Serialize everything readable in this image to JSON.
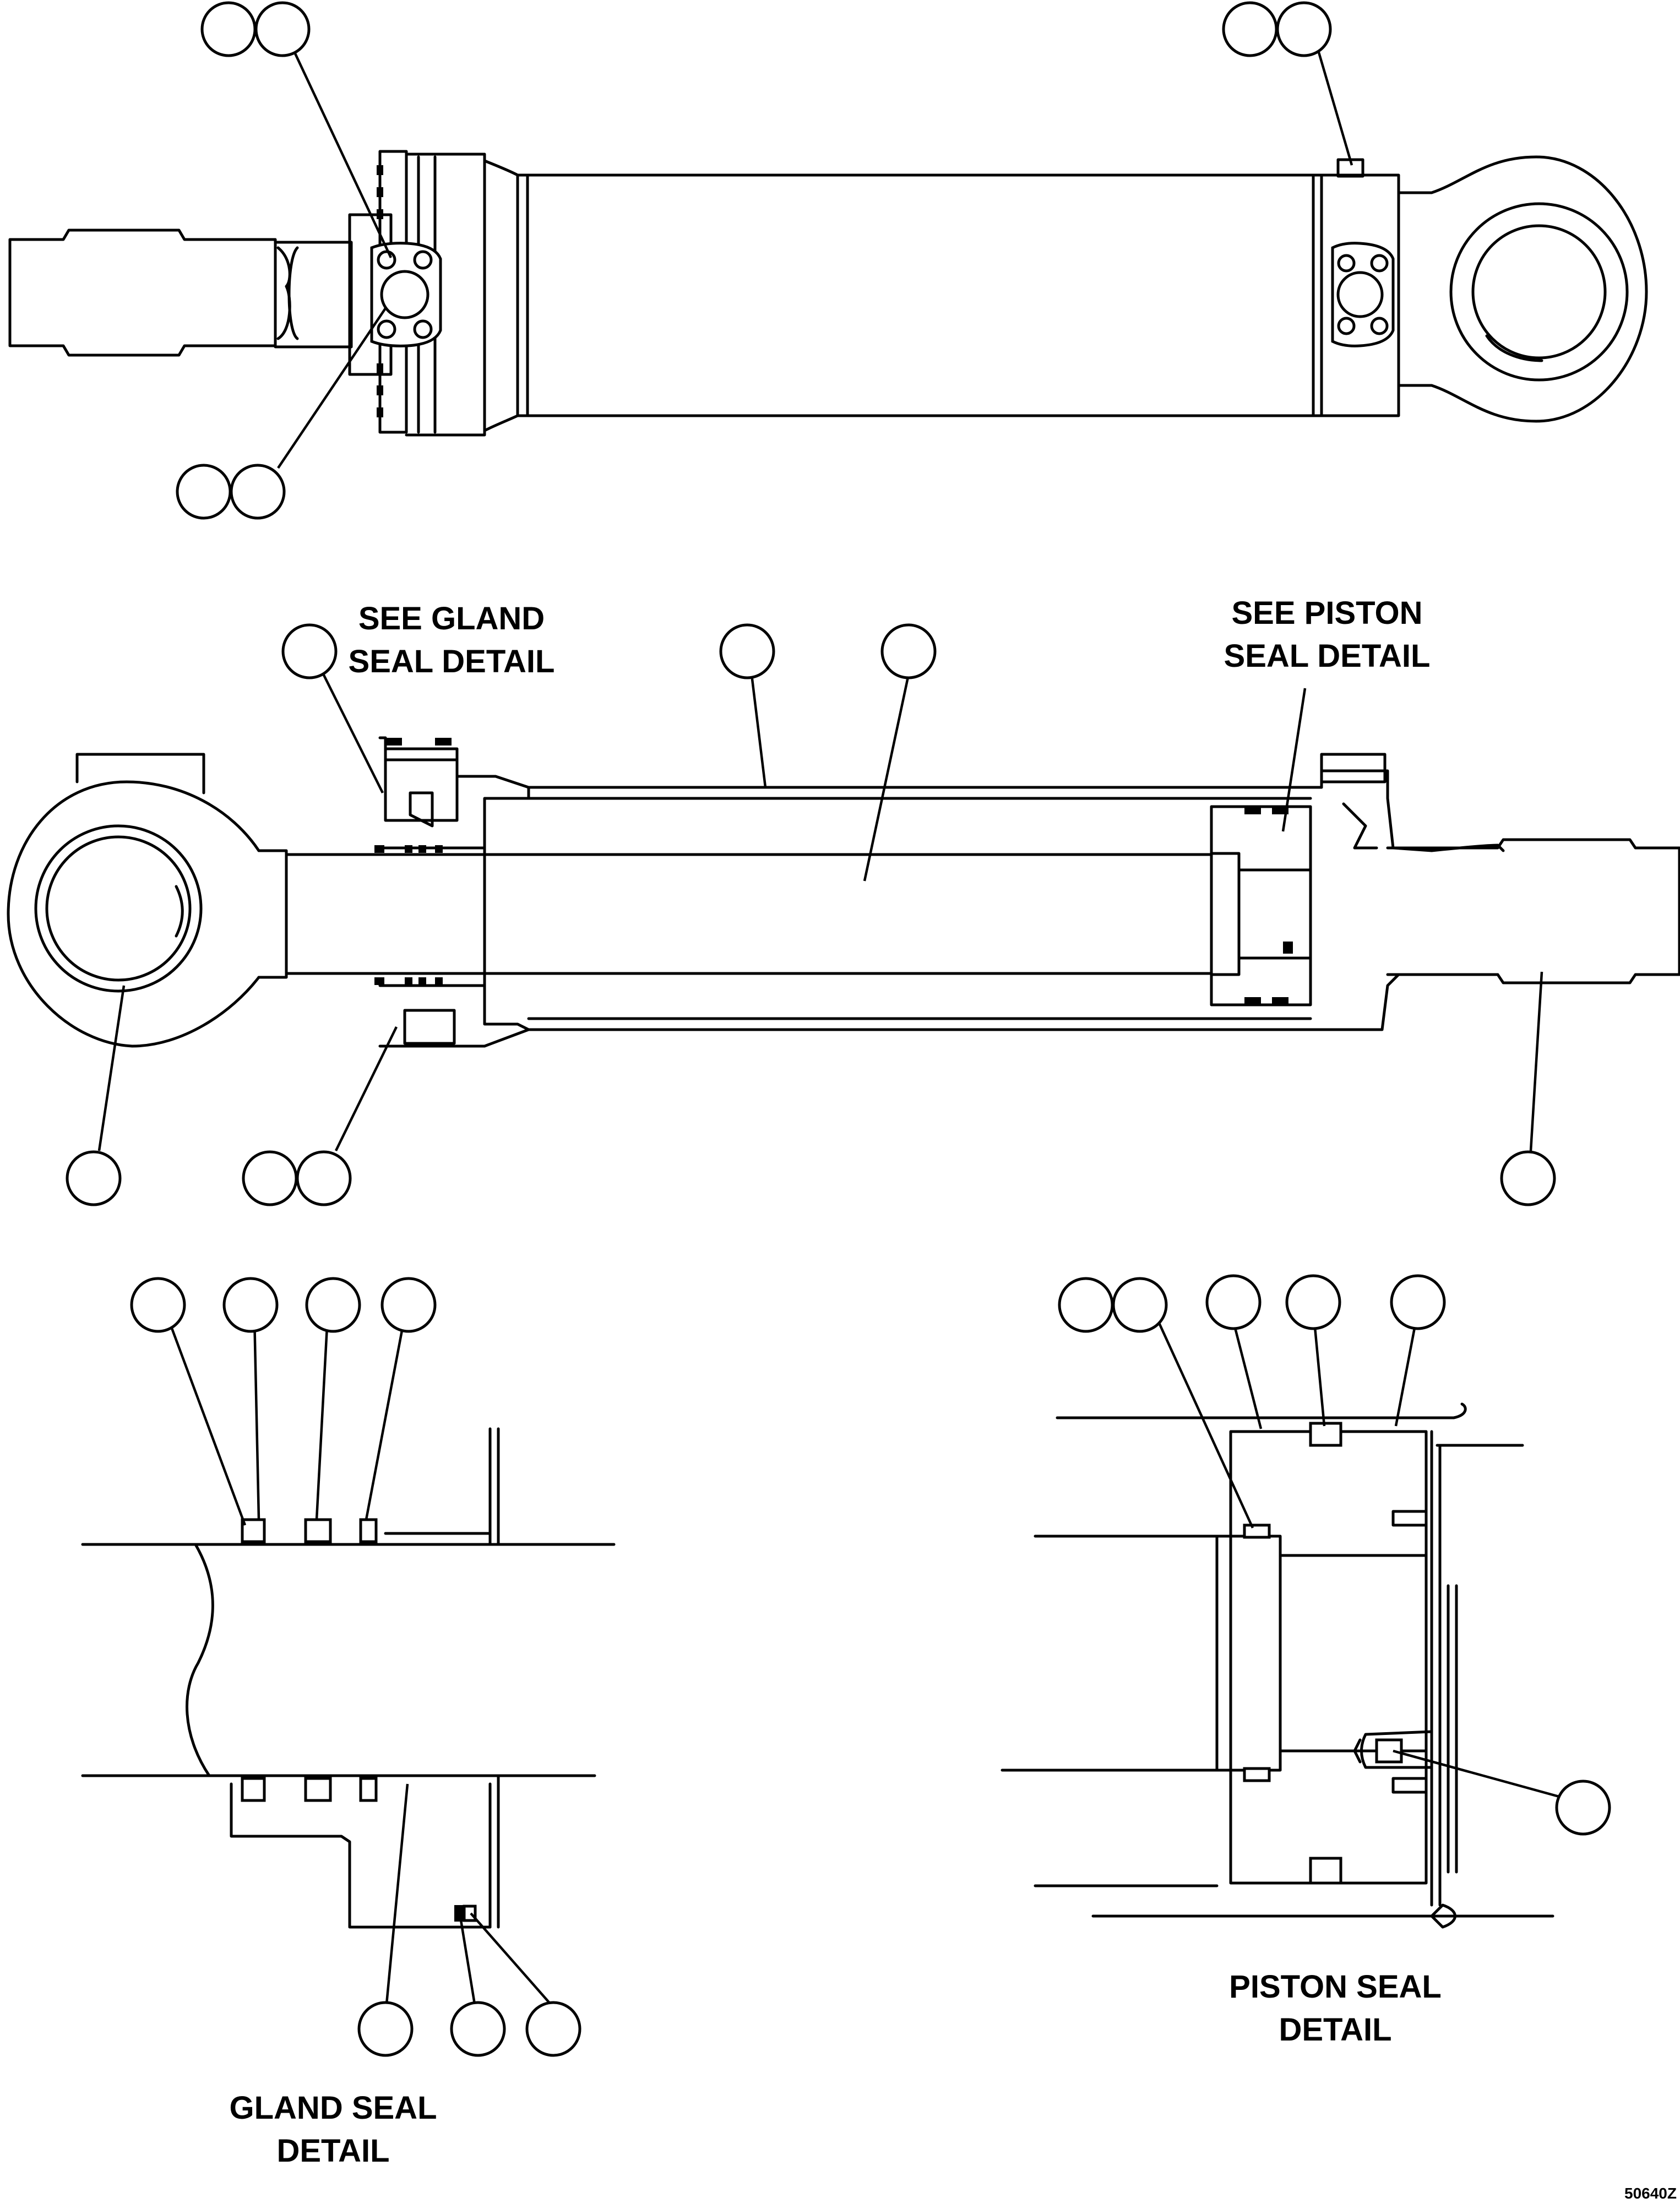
{
  "labels": {
    "see_gland": [
      "SEE GLAND",
      "SEAL DETAIL"
    ],
    "see_piston": [
      "SEE PISTON",
      "SEAL DETAIL"
    ],
    "gland_detail": [
      "GLAND SEAL",
      "DETAIL"
    ],
    "piston_detail": [
      "PISTON SEAL",
      "DETAIL"
    ]
  },
  "drawing_number": "50640Z"
}
